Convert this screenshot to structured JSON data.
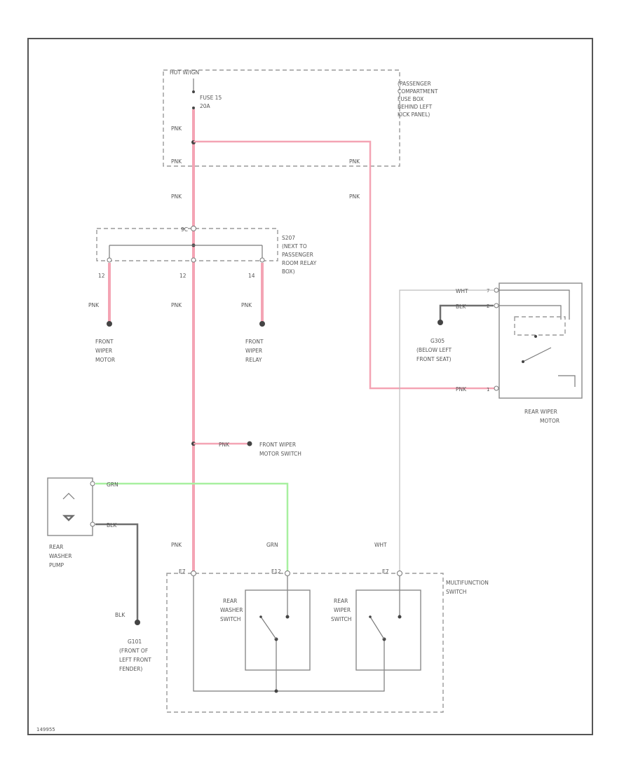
{
  "diagram": {
    "hot_label": "HOT W/IGN",
    "fuse": "FUSE 15",
    "fuse_rating": "20A",
    "fuse_box": [
      "(PASSENGER",
      "COMPARTMENT",
      "FUSE BOX",
      "BEHIND LEFT",
      "KICK PANEL)"
    ],
    "wire_pnk": "PNK",
    "wire_grn": "GRN",
    "wire_blk": "BLK",
    "wire_wht": "WHT",
    "splice_id": "S207",
    "splice_desc": [
      "(NEXT TO",
      "PASSENGER",
      "ROOM RELAY",
      "BOX)"
    ],
    "splice_pins": [
      "12",
      "12",
      "14"
    ],
    "top_pin": "9C",
    "front_wiper_motor": [
      "FRONT",
      "WIPER",
      "MOTOR"
    ],
    "front_wiper_relay": [
      "FRONT",
      "WIPER",
      "RELAY"
    ],
    "ground_g305": [
      "G305",
      "(BELOW LEFT",
      "FRONT SEAT)"
    ],
    "rear_wiper_motor": [
      "REAR WIPER",
      "MOTOR"
    ],
    "front_wiper_motor_switch": [
      "FRONT WIPER",
      "MOTOR SWITCH"
    ],
    "rear_washer_pump": [
      "REAR",
      "WASHER",
      "PUMP"
    ],
    "ground_g101": [
      "G101",
      "(FRONT OF",
      "LEFT FRONT",
      "FENDER)"
    ],
    "multifunction_switch": [
      "MULTIFUNCTION",
      "SWITCH"
    ],
    "rear_washer_switch": [
      "REAR",
      "WASHER",
      "SWITCH"
    ],
    "rear_wiper_switch": [
      "REAR",
      "WIPER",
      "SWITCH"
    ],
    "mfs_pins": [
      "E7",
      "F12",
      "E7"
    ],
    "motor_pins": [
      "7",
      "2",
      "1"
    ],
    "footer_code": "149955"
  }
}
